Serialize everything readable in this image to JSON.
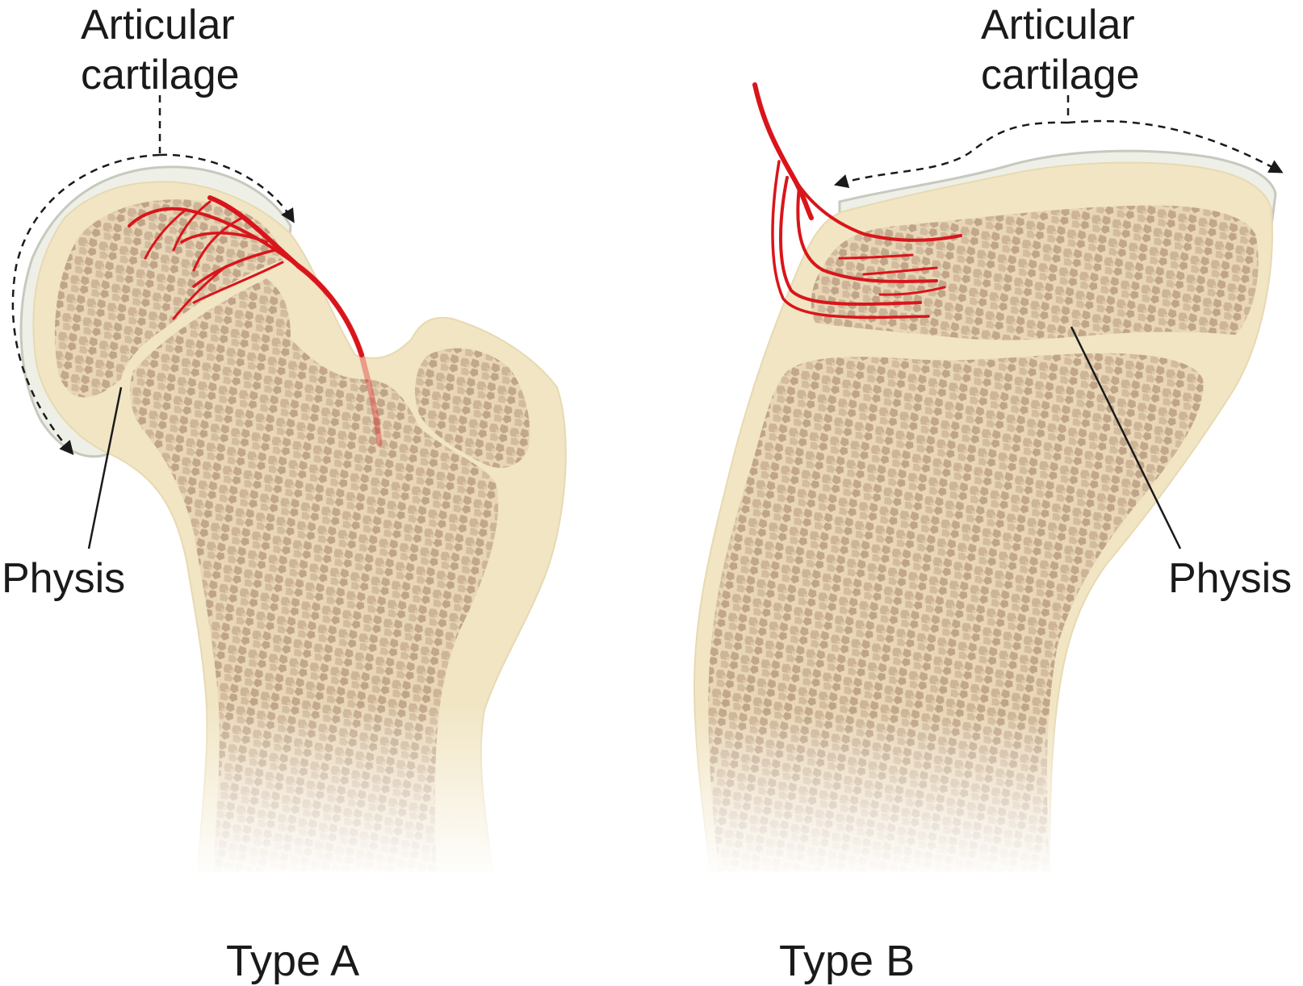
{
  "panels": [
    {
      "caption": "Type A",
      "cartilage_label": "Articular\ncartilage",
      "physis_label": "Physis"
    },
    {
      "caption": "Type B",
      "cartilage_label": "Articular\ncartilage",
      "physis_label": "Physis"
    }
  ],
  "colors": {
    "cartilage_rim": "#f0f1e9",
    "cartilage_edge": "#c9cbc2",
    "cortex": "#f1e5c3",
    "cancellous": "#e5d2b2",
    "trabecula_dark": "#b79e86",
    "vessel": "#d9151b",
    "text": "#1a1a1a"
  },
  "icons": [
    "dashed-arrow",
    "blood-vessel"
  ]
}
